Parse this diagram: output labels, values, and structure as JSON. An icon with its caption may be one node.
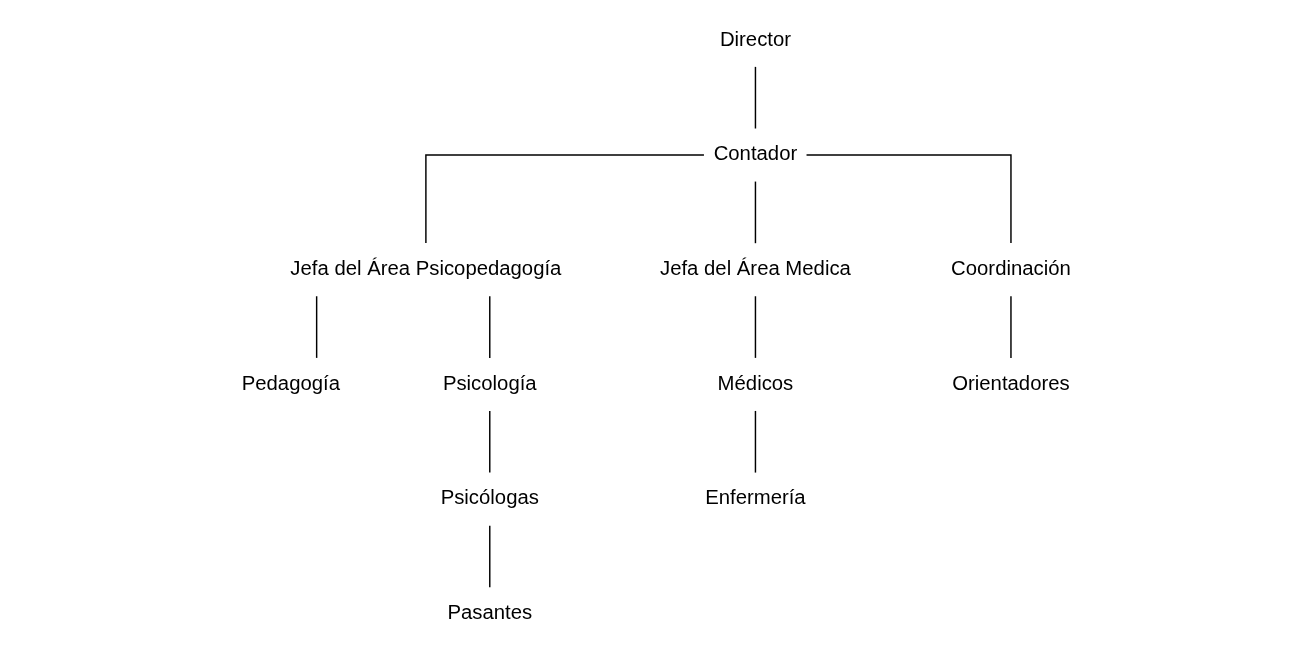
{
  "diagram": {
    "nodes": [
      {
        "text": [
          "Director"
        ]
      },
      {
        "text": [
          "Contador"
        ]
      },
      {
        "text": [
          "Jefa del Área Psicopedagogía"
        ]
      },
      {
        "text": [
          "Jefa del Área Medica"
        ]
      },
      {
        "text": [
          "Coordinación"
        ]
      },
      {
        "text": [
          "Pedagogía"
        ]
      },
      {
        "text": [
          "Psicología"
        ]
      },
      {
        "text": [
          "Psicólogas"
        ]
      },
      {
        "text": [
          "Pasantes"
        ]
      },
      {
        "text": [
          "Médicos"
        ]
      },
      {
        "text": [
          "Enfermería"
        ]
      },
      {
        "text": [
          "Orientadores"
        ]
      }
    ],
    "edges": [
      {
        "from": 0,
        "to": 1,
        "arrow": "none"
      },
      {
        "from": 1,
        "to": 2,
        "arrow": "none"
      },
      {
        "from": 1,
        "to": 3,
        "arrow": "none"
      },
      {
        "from": 1,
        "to": 4,
        "arrow": "none"
      },
      {
        "from": 2,
        "to": 5,
        "arrow": "none"
      },
      {
        "from": 2,
        "to": 6,
        "arrow": "none"
      },
      {
        "from": 6,
        "to": 7,
        "arrow": "none"
      },
      {
        "from": 7,
        "to": 8,
        "arrow": "none"
      },
      {
        "from": 3,
        "to": 9,
        "arrow": "none"
      },
      {
        "from": 9,
        "to": 10,
        "arrow": "none"
      },
      {
        "from": 4,
        "to": 11,
        "arrow": "none"
      }
    ]
  }
}
